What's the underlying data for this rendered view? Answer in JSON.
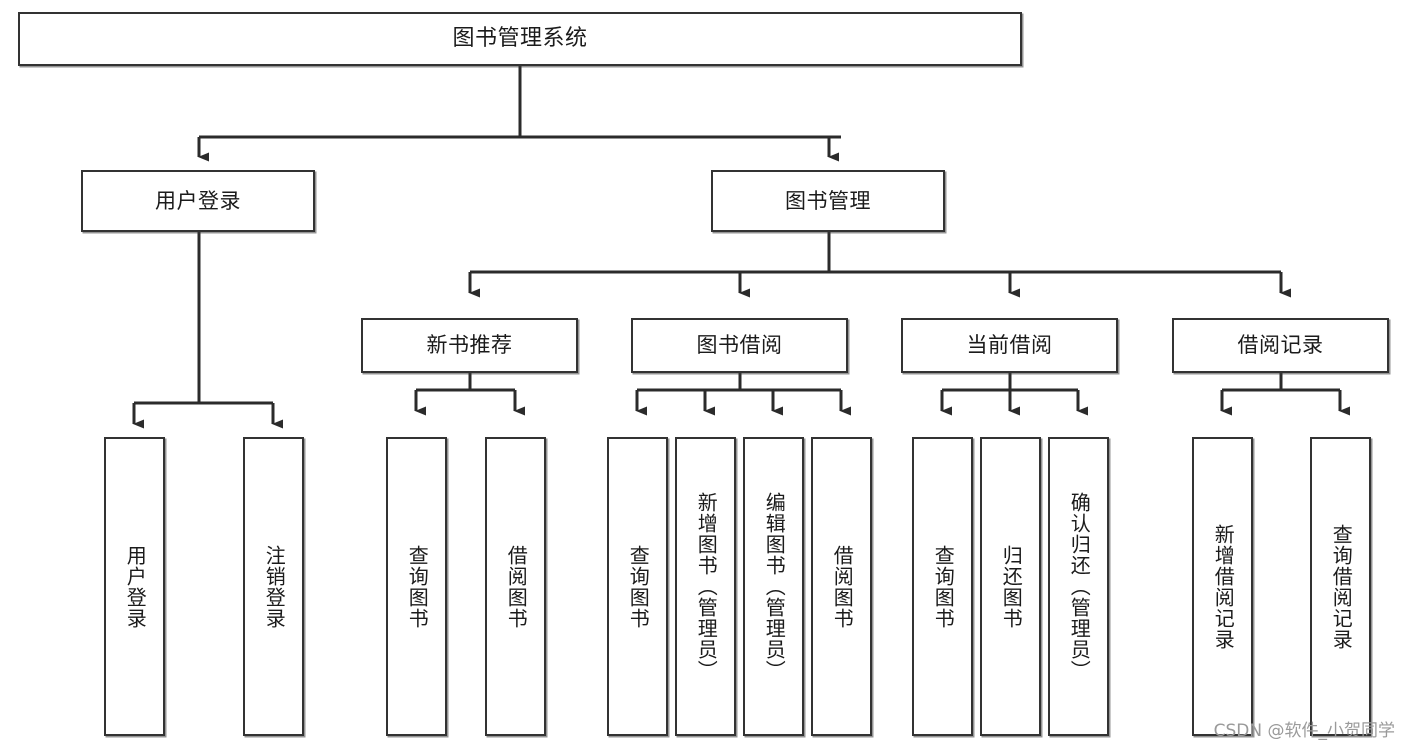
{
  "diagram": {
    "type": "tree",
    "title": "图书管理系统",
    "watermark": "CSDN @软件_小贺同学",
    "colors": {
      "box_border": "#333333",
      "box_fill": "#ffffff",
      "connector": "#2b2b2b",
      "text": "#1b1b1b",
      "watermark": "#9a9a9a"
    },
    "levels": {
      "root": {
        "label": "图书管理系统"
      },
      "level2": [
        {
          "label": "用户登录"
        },
        {
          "label": "图书管理"
        }
      ],
      "level3": [
        {
          "label": "新书推荐"
        },
        {
          "label": "图书借阅"
        },
        {
          "label": "当前借阅"
        },
        {
          "label": "借阅记录"
        }
      ],
      "leaves_user_login": [
        {
          "label": "用户登录"
        },
        {
          "label": "注销登录"
        }
      ],
      "leaves_new_books": [
        {
          "label": "查询图书"
        },
        {
          "label": "借阅图书"
        }
      ],
      "leaves_book_borrow": [
        {
          "label": "查询图书"
        },
        {
          "label": "新增图书（管理员）"
        },
        {
          "label": "编辑图书（管理员）"
        },
        {
          "label": "借阅图书"
        }
      ],
      "leaves_current_borrow": [
        {
          "label": "查询图书"
        },
        {
          "label": "归还图书"
        },
        {
          "label": "确认归还（管理员）"
        }
      ],
      "leaves_borrow_records": [
        {
          "label": "新增借阅记录"
        },
        {
          "label": "查询借阅记录"
        }
      ]
    }
  }
}
